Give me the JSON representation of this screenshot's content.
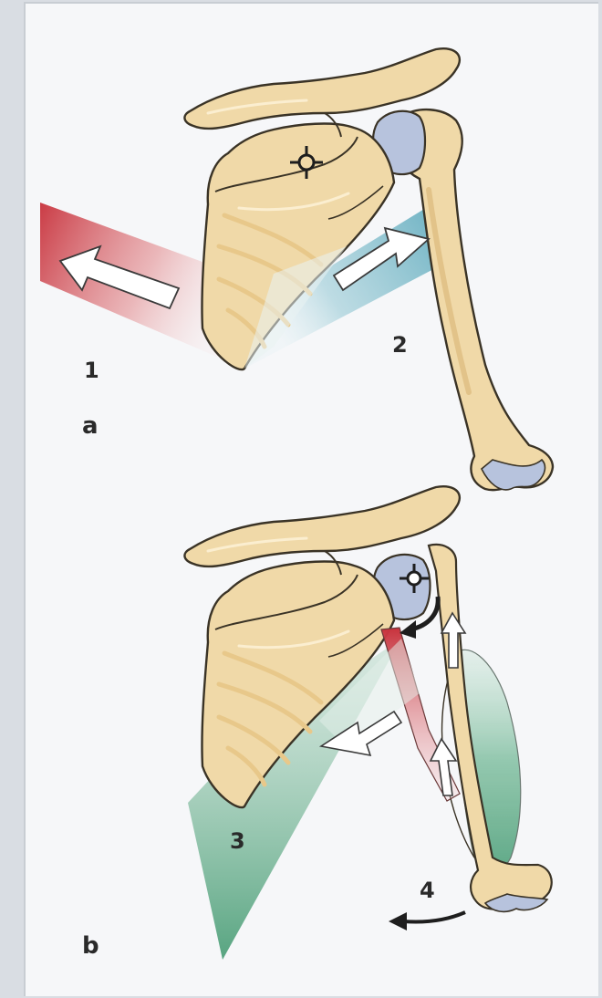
{
  "labels": {
    "num_1": "1",
    "num_2": "2",
    "num_3": "3",
    "num_4": "4",
    "panel_a": "a",
    "panel_b": "b"
  },
  "colors": {
    "bone_fill": "#f0d9a8",
    "bone_stroke": "#3a3326",
    "bone_shade": "#e2c389",
    "joint_blue": "#b7c3dd",
    "muscle_red": "#c8323c",
    "muscle_teal": "#4fa2b6",
    "muscle_green": "#4fa07a",
    "frame_bg": "#f6f7f9"
  },
  "icons": [
    "rotation-center-icon-a",
    "rotation-center-icon-b",
    "curved-arrow-icon"
  ]
}
